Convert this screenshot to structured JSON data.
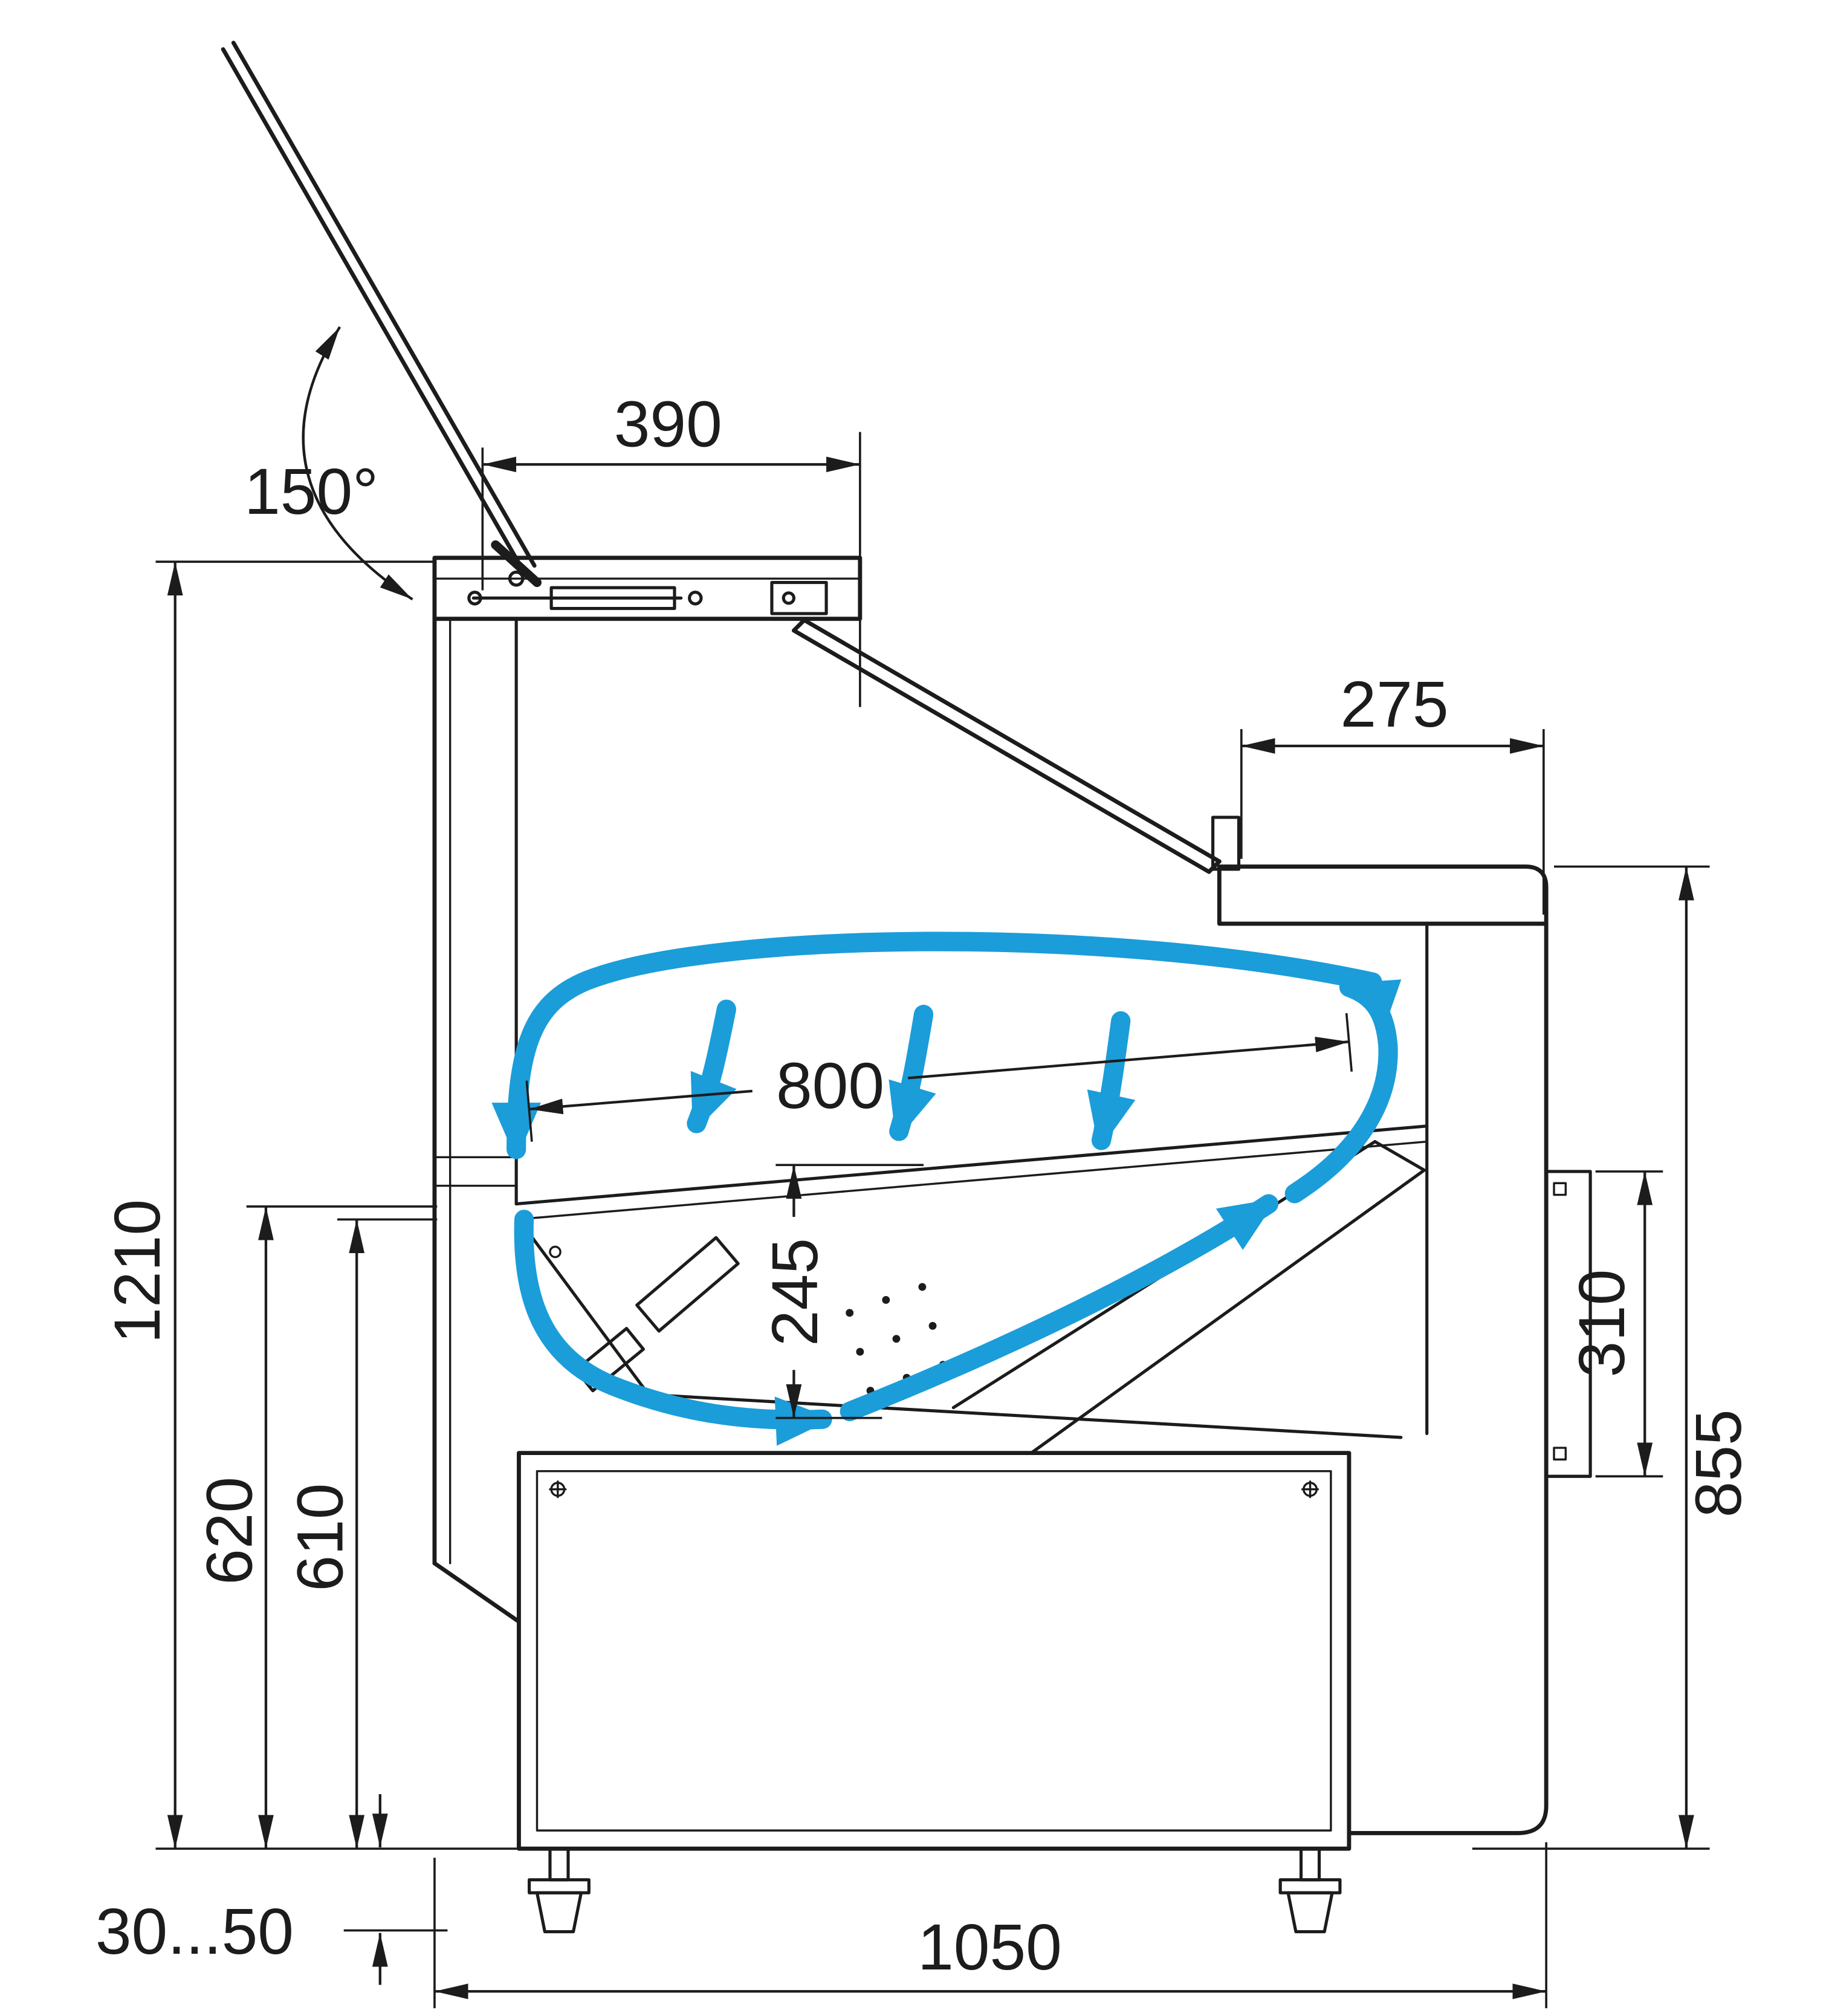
{
  "diagram": {
    "kind": "technical-cross-section",
    "colors": {
      "line": "#1c1c1c",
      "airflow": "#1b9dd9",
      "background": "#ffffff"
    },
    "dimensions": {
      "lid_length": "390",
      "lid_open_angle": "150°",
      "worktop_depth": "275",
      "display_deck_length": "800",
      "overall_height": "1210",
      "inner_well_height": "245",
      "rear_panel_height": "310",
      "rear_side_height": "855",
      "front_height_outer": "620",
      "front_height_inner": "610",
      "foot_adjust_range": "30...50",
      "overall_depth": "1050"
    }
  }
}
